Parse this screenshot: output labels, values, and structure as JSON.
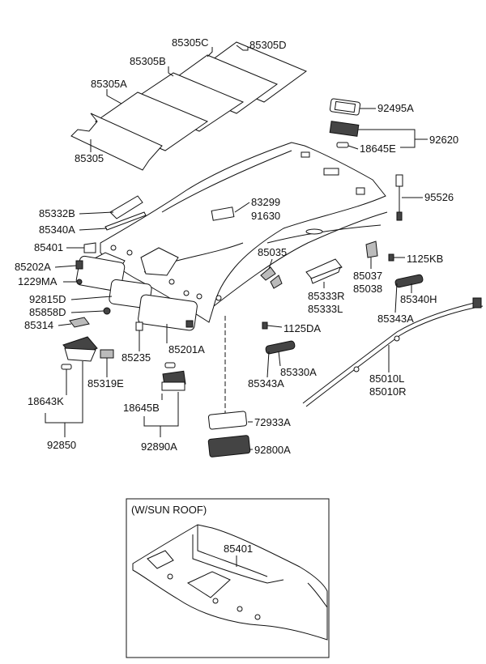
{
  "labels": {
    "l85305D": "85305D",
    "l85305C": "85305C",
    "l85305B": "85305B",
    "l85305A": "85305A",
    "l85305": "85305",
    "l92495A": "92495A",
    "l92620": "92620",
    "l18645E": "18645E",
    "l95526": "95526",
    "l83299": "83299",
    "l91630": "91630",
    "l85332B": "85332B",
    "l85340A": "85340A",
    "l85401": "85401",
    "l85035": "85035",
    "l85202A": "85202A",
    "l1229MA": "1229MA",
    "l85037": "85037",
    "l85038": "85038",
    "l1125KB": "1125KB",
    "l85333R": "85333R",
    "l85333L": "85333L",
    "l92815D": "92815D",
    "l85858D": "85858D",
    "l85314": "85314",
    "l85340H": "85340H",
    "l85343A_r": "85343A",
    "l1125DA": "1125DA",
    "l85201A": "85201A",
    "l85235": "85235",
    "l85330A": "85330A",
    "l85343A_c": "85343A",
    "l85319E": "85319E",
    "l85010L": "85010L",
    "l85010R": "85010R",
    "l18643K": "18643K",
    "l18645B": "18645B",
    "l72933A": "72933A",
    "l92850": "92850",
    "l92890A": "92890A",
    "l92800A": "92800A",
    "inset_title": "(W/SUN ROOF)",
    "inset_85401": "85401"
  }
}
